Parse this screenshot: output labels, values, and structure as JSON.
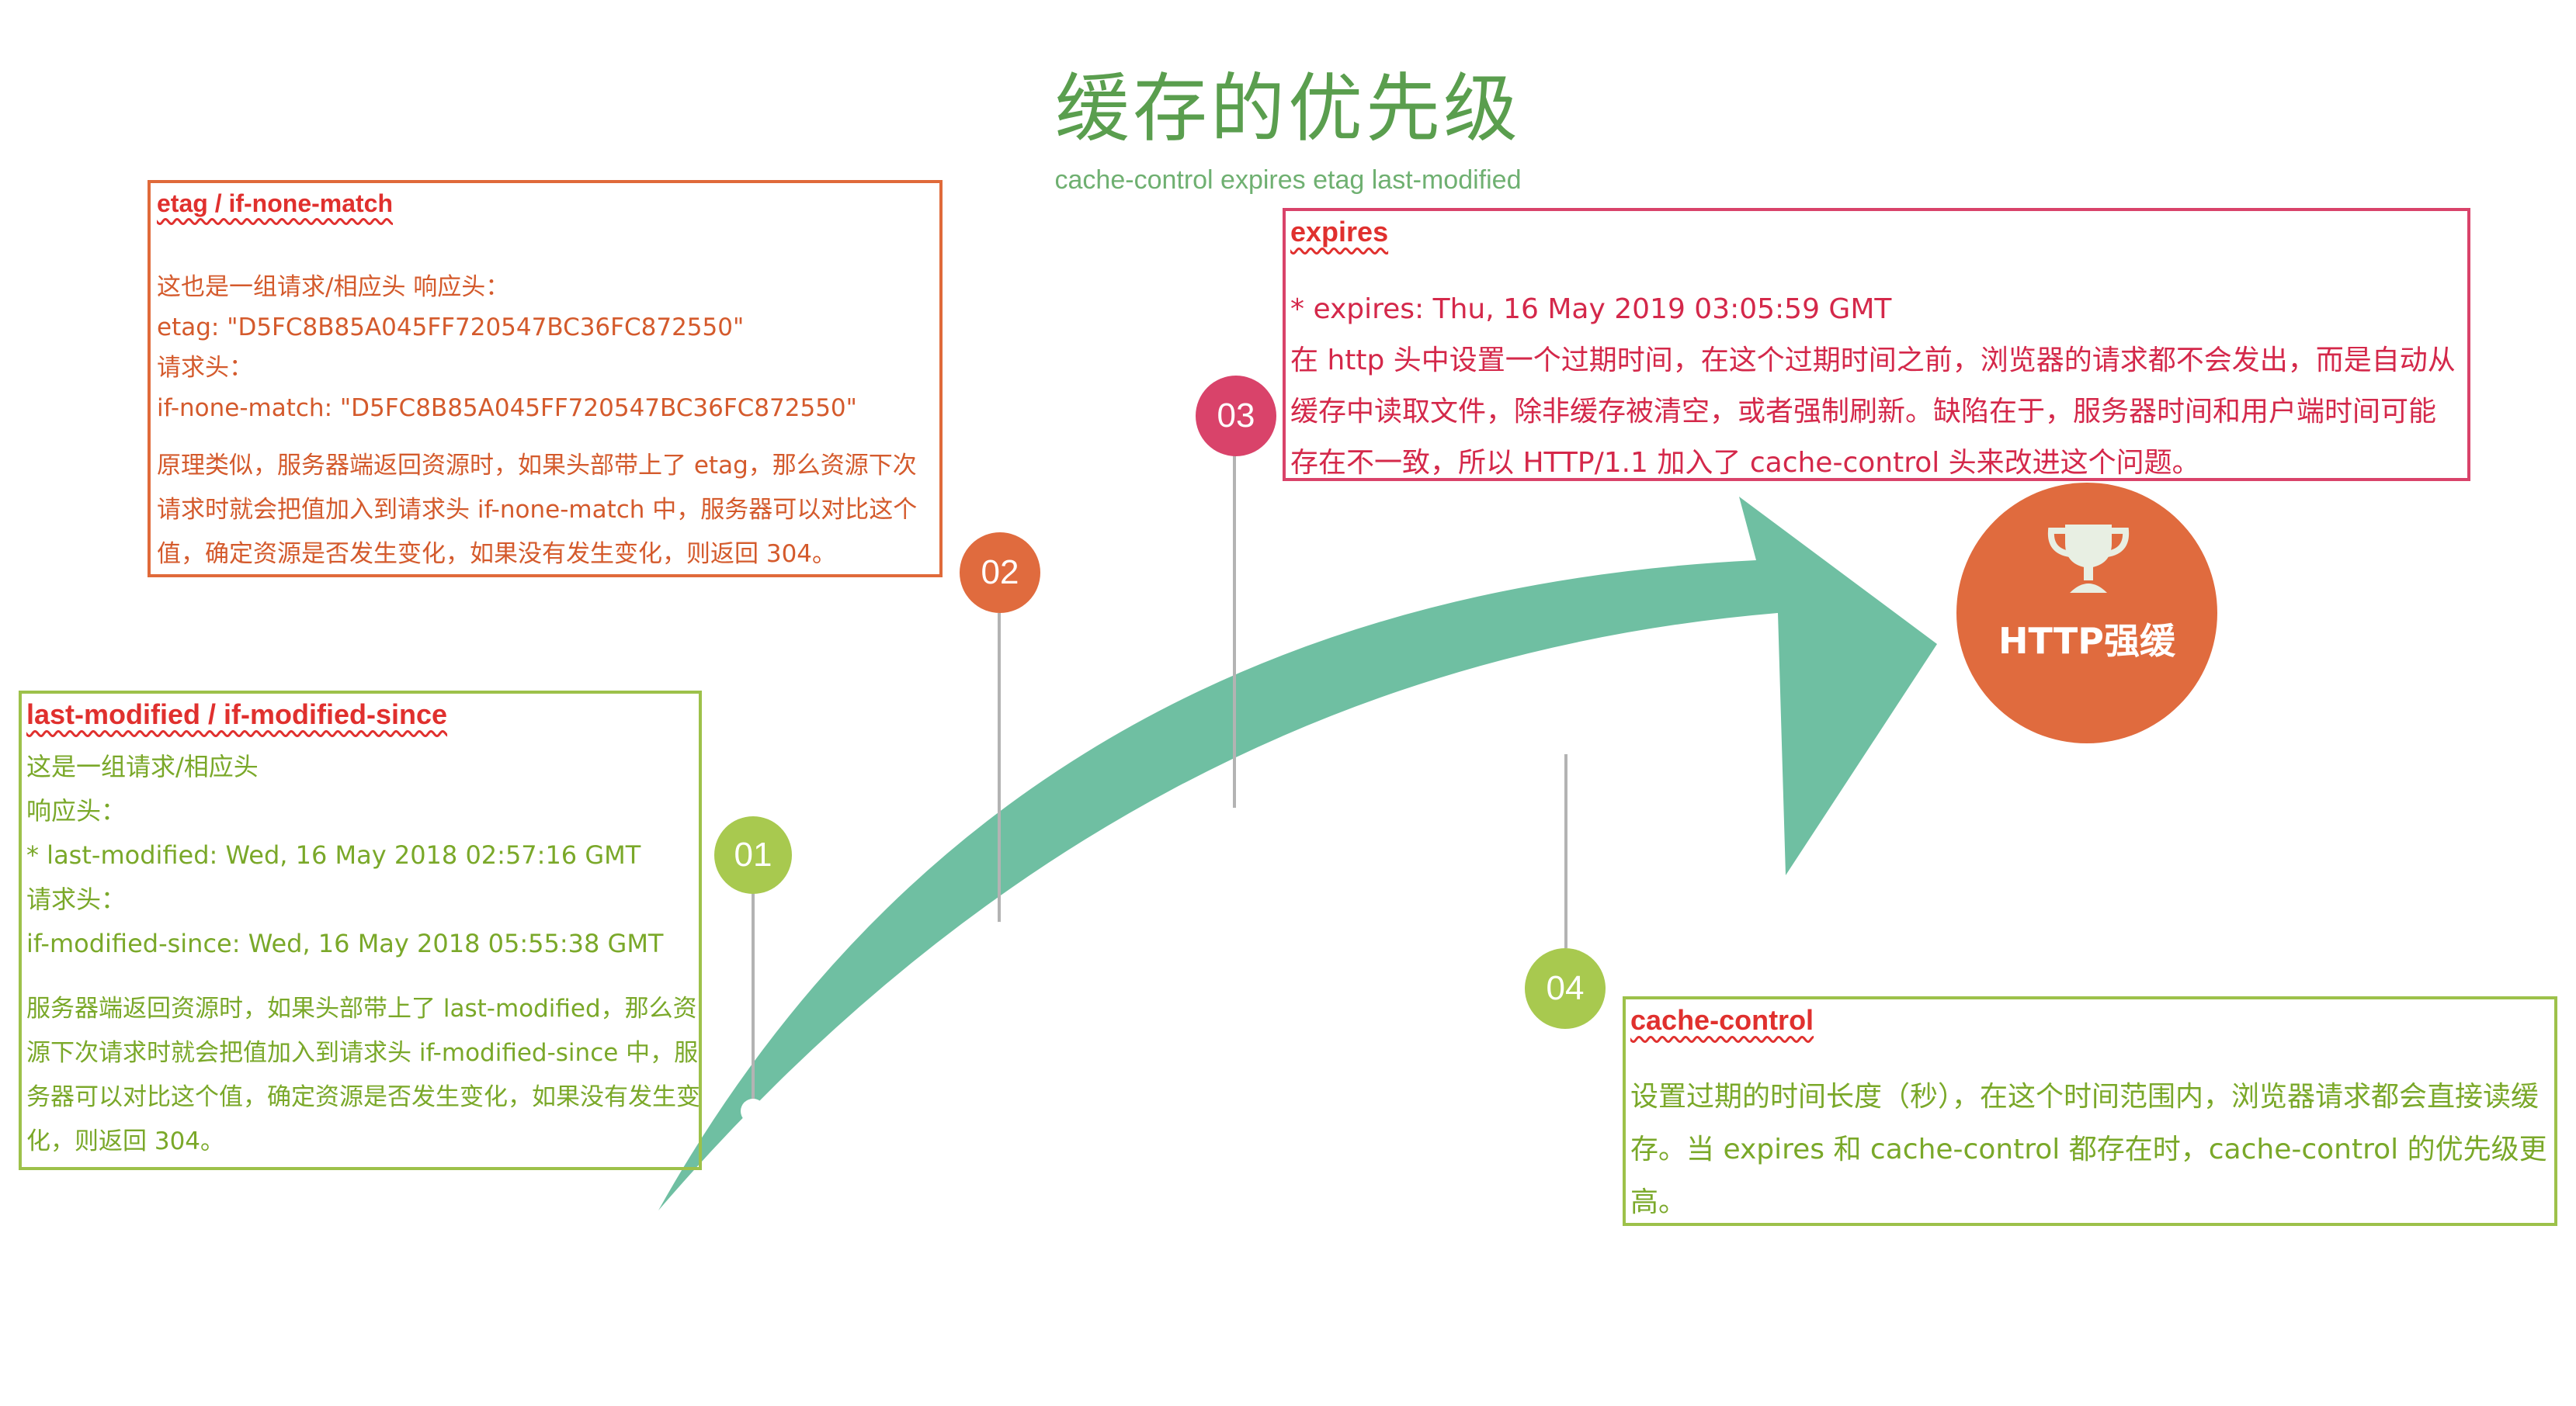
{
  "title": "缓存的优先级",
  "subtitle": "cache-control expires etag last-modified",
  "colors": {
    "arrow": "#6fbfa2",
    "etag": "#e06a3a",
    "expires": "#d9436a",
    "green": "#9dc14a",
    "heading_red": "#e0302e",
    "trophy": "#e06b3e"
  },
  "icons": [
    "trophy-icon"
  ],
  "steps": [
    {
      "number": "01",
      "color": "#a8c94f"
    },
    {
      "number": "02",
      "color": "#e06b3e"
    },
    {
      "number": "03",
      "color": "#d9436a"
    },
    {
      "number": "04",
      "color": "#a8c94f"
    }
  ],
  "goal": {
    "label": "HTTP强缓"
  },
  "cards": {
    "etag": {
      "heading": "etag / if-none-match",
      "lines": [
        "这也是一组请求/相应头  响应头：",
        "etag: \"D5FC8B85A045FF720547BC36FC872550\"",
        "请求头：",
        "if-none-match: \"D5FC8B85A045FF720547BC36FC872550\""
      ],
      "paragraph": "原理类似，服务器端返回资源时，如果头部带上了 etag，那么资源下次请求时就会把值加入到请求头 if-none-match 中，服务器可以对比这个值，确定资源是否发生变化，如果没有发生变化，则返回 304。"
    },
    "expires": {
      "heading": "expires",
      "lines": [
        "* expires: Thu, 16 May 2019 03:05:59 GMT"
      ],
      "paragraph": "在 http 头中设置一个过期时间，在这个过期时间之前，浏览器的请求都不会发出，而是自动从缓存中读取文件，除非缓存被清空，或者强制刷新。缺陷在于，服务器时间和用户端时间可能存在不一致，所以 HTTP/1.1 加入了 cache-control 头来改进这个问题。"
    },
    "last_modified": {
      "heading": "last-modified / if-modified-since",
      "lines": [
        "这是一组请求/相应头",
        "响应头：",
        "* last-modified: Wed, 16 May 2018 02:57:16 GMT",
        "请求头：",
        "if-modified-since: Wed, 16 May 2018 05:55:38 GMT"
      ],
      "paragraph": "服务器端返回资源时，如果头部带上了 last-modified，那么资源下次请求时就会把值加入到请求头 if-modified-since 中，服务器可以对比这个值，确定资源是否发生变化，如果没有发生变化，则返回 304。"
    },
    "cache_control": {
      "heading": "cache-control",
      "paragraph": "设置过期的时间长度（秒），在这个时间范围内，浏览器请求都会直接读缓存。当 expires 和 cache-control 都存在时，cache-control 的优先级更高。"
    }
  }
}
